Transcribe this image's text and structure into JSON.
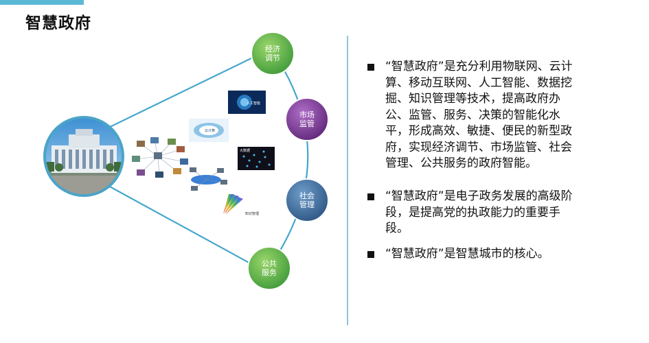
{
  "title": "智慧政府",
  "nodes": {
    "economy": "经济\n调节",
    "market": "市场\n监管",
    "social": "社会\n管理",
    "public": "公共\n服务"
  },
  "thumbnails": {
    "ai": "人工智能",
    "cloud": "云计算",
    "bigdata": "大数据",
    "knowledge": "知识管理"
  },
  "bullets": [
    "“智慧政府”是充分利用物联网、云计算、移动互联网、人工智能、数据挖掘、知识管理等技术，提高政府办公、监管、服务、决策的智能化水平，形成高效、敏捷、便民的新型政府，实现经济调节、市场监管、社会管理、公共服务的政府智能。",
    "“智慧政府”是电子政务发展的高级阶段，是提高党的执政能力的重要手段。",
    "“智慧政府”是智慧城市的核心。"
  ],
  "colors": {
    "accent": "#5bb8d4",
    "node_green": "#55b84a",
    "node_purple": "#7b3c96",
    "node_blue": "#3e6a9c",
    "connector": "#46a7cb"
  },
  "icons": [
    "government-building-photo",
    "network-diagram-image",
    "ai-brain-image",
    "cloud-computing-image",
    "big-data-image",
    "network-devices-image",
    "knowledge-management-image"
  ]
}
